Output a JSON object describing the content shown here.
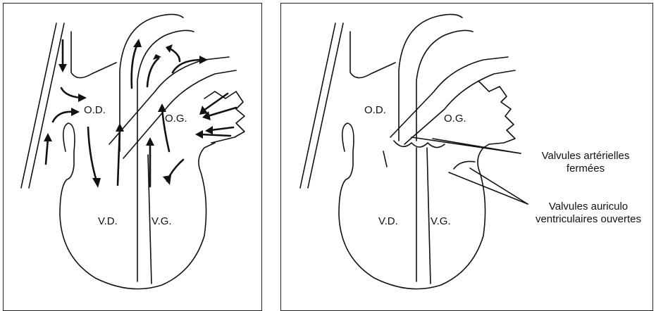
{
  "left_panel": {
    "labels": {
      "right_atrium": "O.D.",
      "left_atrium": "O.G.",
      "right_ventricle": "V.D.",
      "left_ventricle": "V.G."
    }
  },
  "right_panel": {
    "labels": {
      "right_atrium": "O.D.",
      "left_atrium": "O.G.",
      "right_ventricle": "V.D.",
      "left_ventricle": "V.G."
    },
    "annotations": {
      "arterial_valves": "Valvules artérielles fermées",
      "av_valves": "Valvules auriculo ventriculaires ouvertes"
    }
  },
  "colors": {
    "line": "#111111",
    "background": "#ffffff"
  }
}
